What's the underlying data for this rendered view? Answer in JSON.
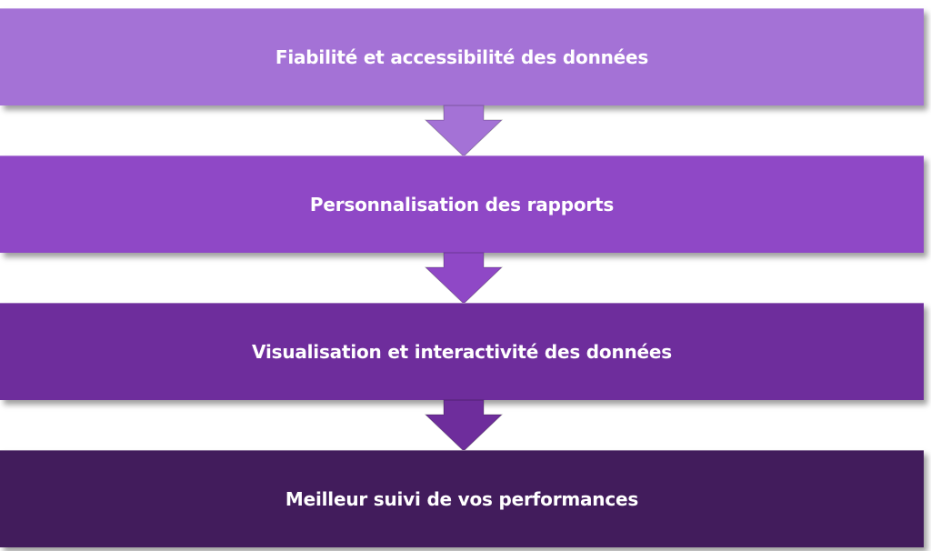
{
  "diagram": {
    "steps": [
      {
        "label": "Fiabilité et accessibilité des données",
        "color": "#A472D6"
      },
      {
        "label": "Personnalisation des rapports",
        "color": "#8F48C6"
      },
      {
        "label": "Visualisation et interactivité des données",
        "color": "#6E2D9C"
      },
      {
        "label": "Meilleur suivi de vos performances",
        "color": "#421C5C"
      }
    ],
    "arrow_colors": [
      "#A472D6",
      "#8F48C6",
      "#6E2D9C"
    ]
  }
}
